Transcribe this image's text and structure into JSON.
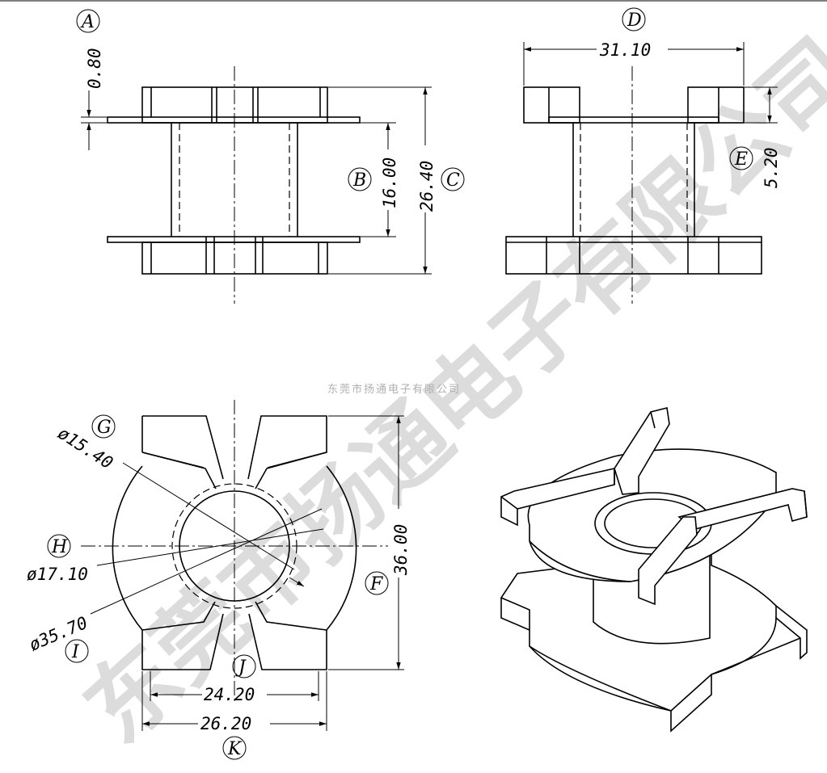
{
  "watermark": "东莞市扬通电子有限公司",
  "company_caption": "东莞市扬通电子有限公司",
  "labels": {
    "A": "A",
    "B": "B",
    "C": "C",
    "D": "D",
    "E": "E",
    "F": "F",
    "G": "G",
    "H": "H",
    "I": "I",
    "J": "J",
    "K": "K"
  },
  "dimensions": {
    "A": "0.80",
    "B": "16.00",
    "C": "26.40",
    "D": "31.10",
    "E": "5.20",
    "F": "36.00",
    "G": "ø15.40",
    "H": "ø17.10",
    "I": "ø35.70",
    "J": "24.20",
    "K": "26.20"
  }
}
